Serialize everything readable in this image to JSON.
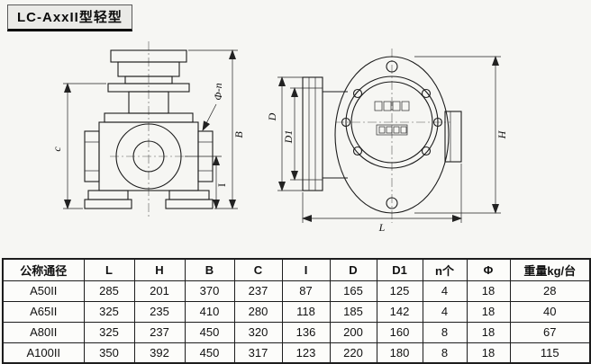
{
  "title": "LC-AxxII型轻型",
  "drawings": {
    "front": {
      "dim_c": "c",
      "dim_b": "B",
      "dim_i": "I",
      "bolt_callout": "Φ-n"
    },
    "side": {
      "dim_d": "D",
      "dim_d1": "D1",
      "dim_l": "L",
      "dim_h": "H"
    }
  },
  "table": {
    "headers": [
      "公称通径",
      "L",
      "H",
      "B",
      "C",
      "I",
      "D",
      "D1",
      "n个",
      "Φ",
      "重量kg/台"
    ],
    "rows": [
      [
        "A50II",
        "285",
        "201",
        "370",
        "237",
        "87",
        "165",
        "125",
        "4",
        "18",
        "28"
      ],
      [
        "A65II",
        "325",
        "235",
        "410",
        "280",
        "118",
        "185",
        "142",
        "4",
        "18",
        "40"
      ],
      [
        "A80II",
        "325",
        "237",
        "450",
        "320",
        "136",
        "200",
        "160",
        "8",
        "18",
        "67"
      ],
      [
        "A100II",
        "350",
        "392",
        "450",
        "317",
        "123",
        "220",
        "180",
        "8",
        "18",
        "115"
      ]
    ]
  }
}
